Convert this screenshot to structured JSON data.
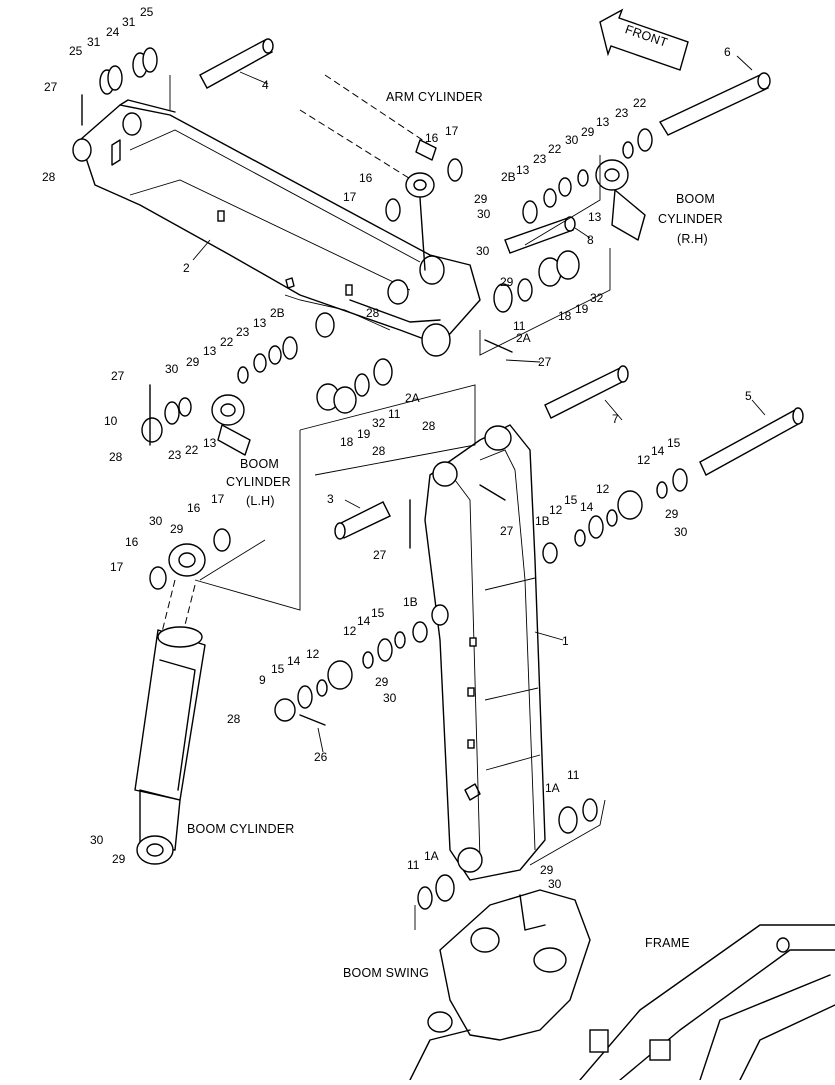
{
  "labels": {
    "arm_cylinder": "ARM CYLINDER",
    "boom_cylinder_rh": [
      "BOOM",
      "CYLINDER",
      "(R.H)"
    ],
    "boom_cylinder_lh": [
      "BOOM",
      "CYLINDER",
      "(L.H)"
    ],
    "boom_cylinder": "BOOM CYLINDER",
    "boom_swing": "BOOM SWING",
    "frame": "FRAME",
    "front": "FRONT"
  },
  "callouts": [
    "1",
    "1A",
    "1B",
    "2",
    "2A",
    "2B",
    "3",
    "4",
    "5",
    "6",
    "7",
    "8",
    "9",
    "10",
    "11",
    "12",
    "13",
    "14",
    "15",
    "16",
    "17",
    "18",
    "19",
    "22",
    "23",
    "24",
    "25",
    "26",
    "27",
    "28",
    "29",
    "30",
    "31",
    "32"
  ]
}
